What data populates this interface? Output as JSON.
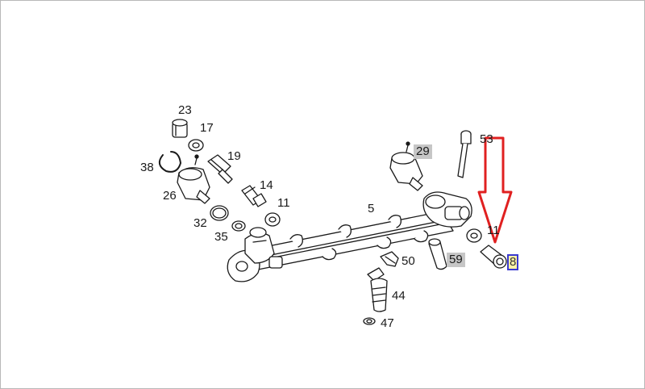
{
  "diagram": {
    "labels": {
      "l23": "23",
      "l17": "17",
      "l19": "19",
      "l38": "38",
      "l26": "26",
      "l14": "14",
      "l11a": "11",
      "l32": "32",
      "l35": "35",
      "l5": "5",
      "l29": "29",
      "l53": "53",
      "l11b": "11",
      "l50": "50",
      "l59": "59",
      "l8": "8",
      "l44": "44",
      "l47": "47"
    },
    "highlighted_labels": [
      "29",
      "59"
    ],
    "selected_label": "8",
    "colors": {
      "arrow": "#e02020",
      "highlight": "#c6c6c6",
      "selected_fill": "#fff3a6",
      "selected_border": "#3a3ad0",
      "line": "#1a1a1a"
    }
  }
}
